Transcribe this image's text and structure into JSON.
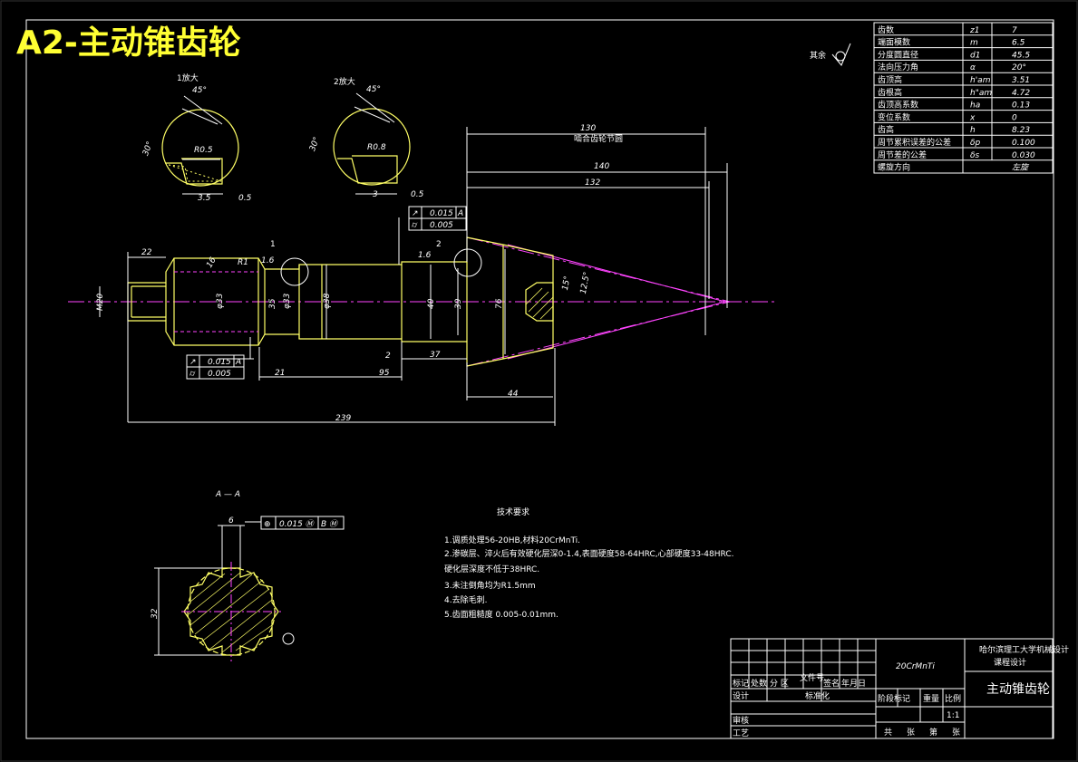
{
  "title": "A2-主动锥齿轮",
  "surface_mark": "其余",
  "detail_views": [
    {
      "label": "1放大",
      "angle": "45°",
      "angle2": "30°",
      "radius": "R0.5",
      "w1": "3.5",
      "w2": "0.5"
    },
    {
      "label": "2放大",
      "angle": "45°",
      "angle2": "30°",
      "radius": "R0.8",
      "w1": "3",
      "w2": "0.5"
    }
  ],
  "params": [
    {
      "name": "齿数",
      "sym": "z1",
      "val": "7"
    },
    {
      "name": "端面模数",
      "sym": "m",
      "val": "6.5"
    },
    {
      "name": "分度圆直径",
      "sym": "d1",
      "val": "45.5"
    },
    {
      "name": "法向压力角",
      "sym": "α",
      "val": "20°"
    },
    {
      "name": "齿顶高",
      "sym": "h'am",
      "val": "3.51"
    },
    {
      "name": "齿根高",
      "sym": "h\"am",
      "val": "4.72"
    },
    {
      "name": "齿顶高系数",
      "sym": "ha",
      "val": "0.13"
    },
    {
      "name": "变位系数",
      "sym": "x",
      "val": "0"
    },
    {
      "name": "齿高",
      "sym": "h",
      "val": "8.23"
    },
    {
      "name": "周节累积误差的公差",
      "sym": "δp",
      "val": "0.100"
    },
    {
      "name": "周节差的公差",
      "sym": "δs",
      "val": "0.030"
    },
    {
      "name": "螺旋方向",
      "sym": "",
      "val": "左旋"
    }
  ],
  "dims": {
    "d130": "130",
    "d130_note": "啮合齿轮节圆",
    "d140": "140",
    "d132": "132",
    "d22": "22",
    "d239": "239",
    "d21": "21",
    "d95": "95",
    "d2": "2",
    "d37": "37",
    "d44": "44",
    "r1": "R1",
    "c16a": "1.6",
    "c16b": "1.6",
    "l16": "16",
    "phi20": "M20",
    "phi33": "φ33",
    "d35": "35",
    "phi33b": "φ33",
    "phi38": "φ38",
    "d40": "40",
    "d39": "39",
    "d76": "76",
    "a15": "15°",
    "a125": "12.5°",
    "callout1": "1",
    "callout2": "2"
  },
  "tolerances": {
    "top": [
      {
        "sym": "↗",
        "val": "0.015",
        "ref": "A"
      },
      {
        "sym": "⌭",
        "val": "0.005",
        "ref": ""
      }
    ],
    "left": [
      {
        "sym": "↗",
        "val": "0.015",
        "ref": "A"
      },
      {
        "sym": "⌭",
        "val": "0.005",
        "ref": ""
      }
    ],
    "section": {
      "sym": "⊕",
      "val": "0.015 Ⓜ",
      "ref": "B Ⓜ"
    }
  },
  "section": {
    "label": "A — A",
    "dim6": "6",
    "dim_h": "32"
  },
  "notes": {
    "heading": "技术要求",
    "lines": [
      "1.调质处理56-20HB,材料20CrMnTi.",
      "2.渗碳层、淬火后有效硬化层深0-1.4,表面硬度58-64HRC,心部硬度33-48HRC.",
      "  硬化层深度不低于38HRC.",
      "3.未注倒角均为R1.5mm",
      "4.去除毛刺.",
      "5.齿面粗糙度 0.005-0.01mm."
    ]
  },
  "title_block": {
    "material": "20CrMnTi",
    "school": "哈尔滨理工大学机械设计",
    "school2": "课程设计",
    "part_name": "主动锥齿轮",
    "rows": [
      "标记",
      "处数",
      "分 区",
      "文件号",
      "签名",
      "年月日"
    ],
    "design": "设计",
    "std": "标准化",
    "check": "审核",
    "process": "工艺",
    "stage": "阶段标记",
    "weight": "重量",
    "scale_label": "比例",
    "scale": "1:1",
    "sheets": [
      "共",
      "张",
      "第",
      "张"
    ]
  }
}
